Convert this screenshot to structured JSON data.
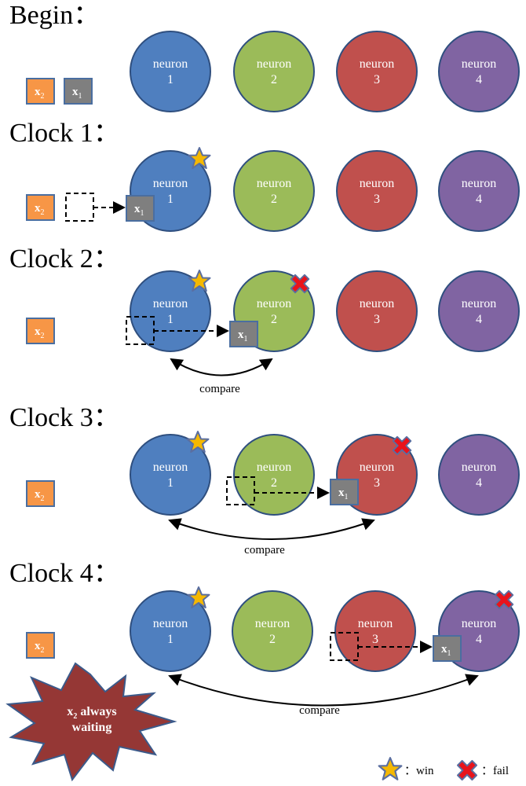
{
  "neurons": [
    {
      "label": "neuron",
      "index": "1",
      "color": "#4f7fbf"
    },
    {
      "label": "neuron",
      "index": "2",
      "color": "#9bbb59"
    },
    {
      "label": "neuron",
      "index": "3",
      "color": "#c0504d"
    },
    {
      "label": "neuron",
      "index": "4",
      "color": "#8064a2"
    }
  ],
  "inputs": {
    "x2": {
      "letter": "x",
      "sub": "2",
      "color": "#f79646"
    },
    "x1": {
      "letter": "x",
      "sub": "1",
      "color": "#7f7f7f"
    }
  },
  "stages": [
    {
      "title": "Begin："
    },
    {
      "title": "Clock 1："
    },
    {
      "title": "Clock 2：",
      "compare_label": "compare"
    },
    {
      "title": "Clock 3：",
      "compare_label": "compare"
    },
    {
      "title": "Clock 4：",
      "compare_label": "compare"
    }
  ],
  "burst": {
    "line1_letter": "x",
    "line1_sub": "2",
    "line1_rest": " always",
    "line2": "waiting",
    "color": "#953735"
  },
  "legend": {
    "win_label": "：win",
    "fail_label": "：fail",
    "win_icon": "star-icon",
    "fail_icon": "cross-icon",
    "star_color": "#f5b800",
    "cross_color": "#e8141b"
  }
}
